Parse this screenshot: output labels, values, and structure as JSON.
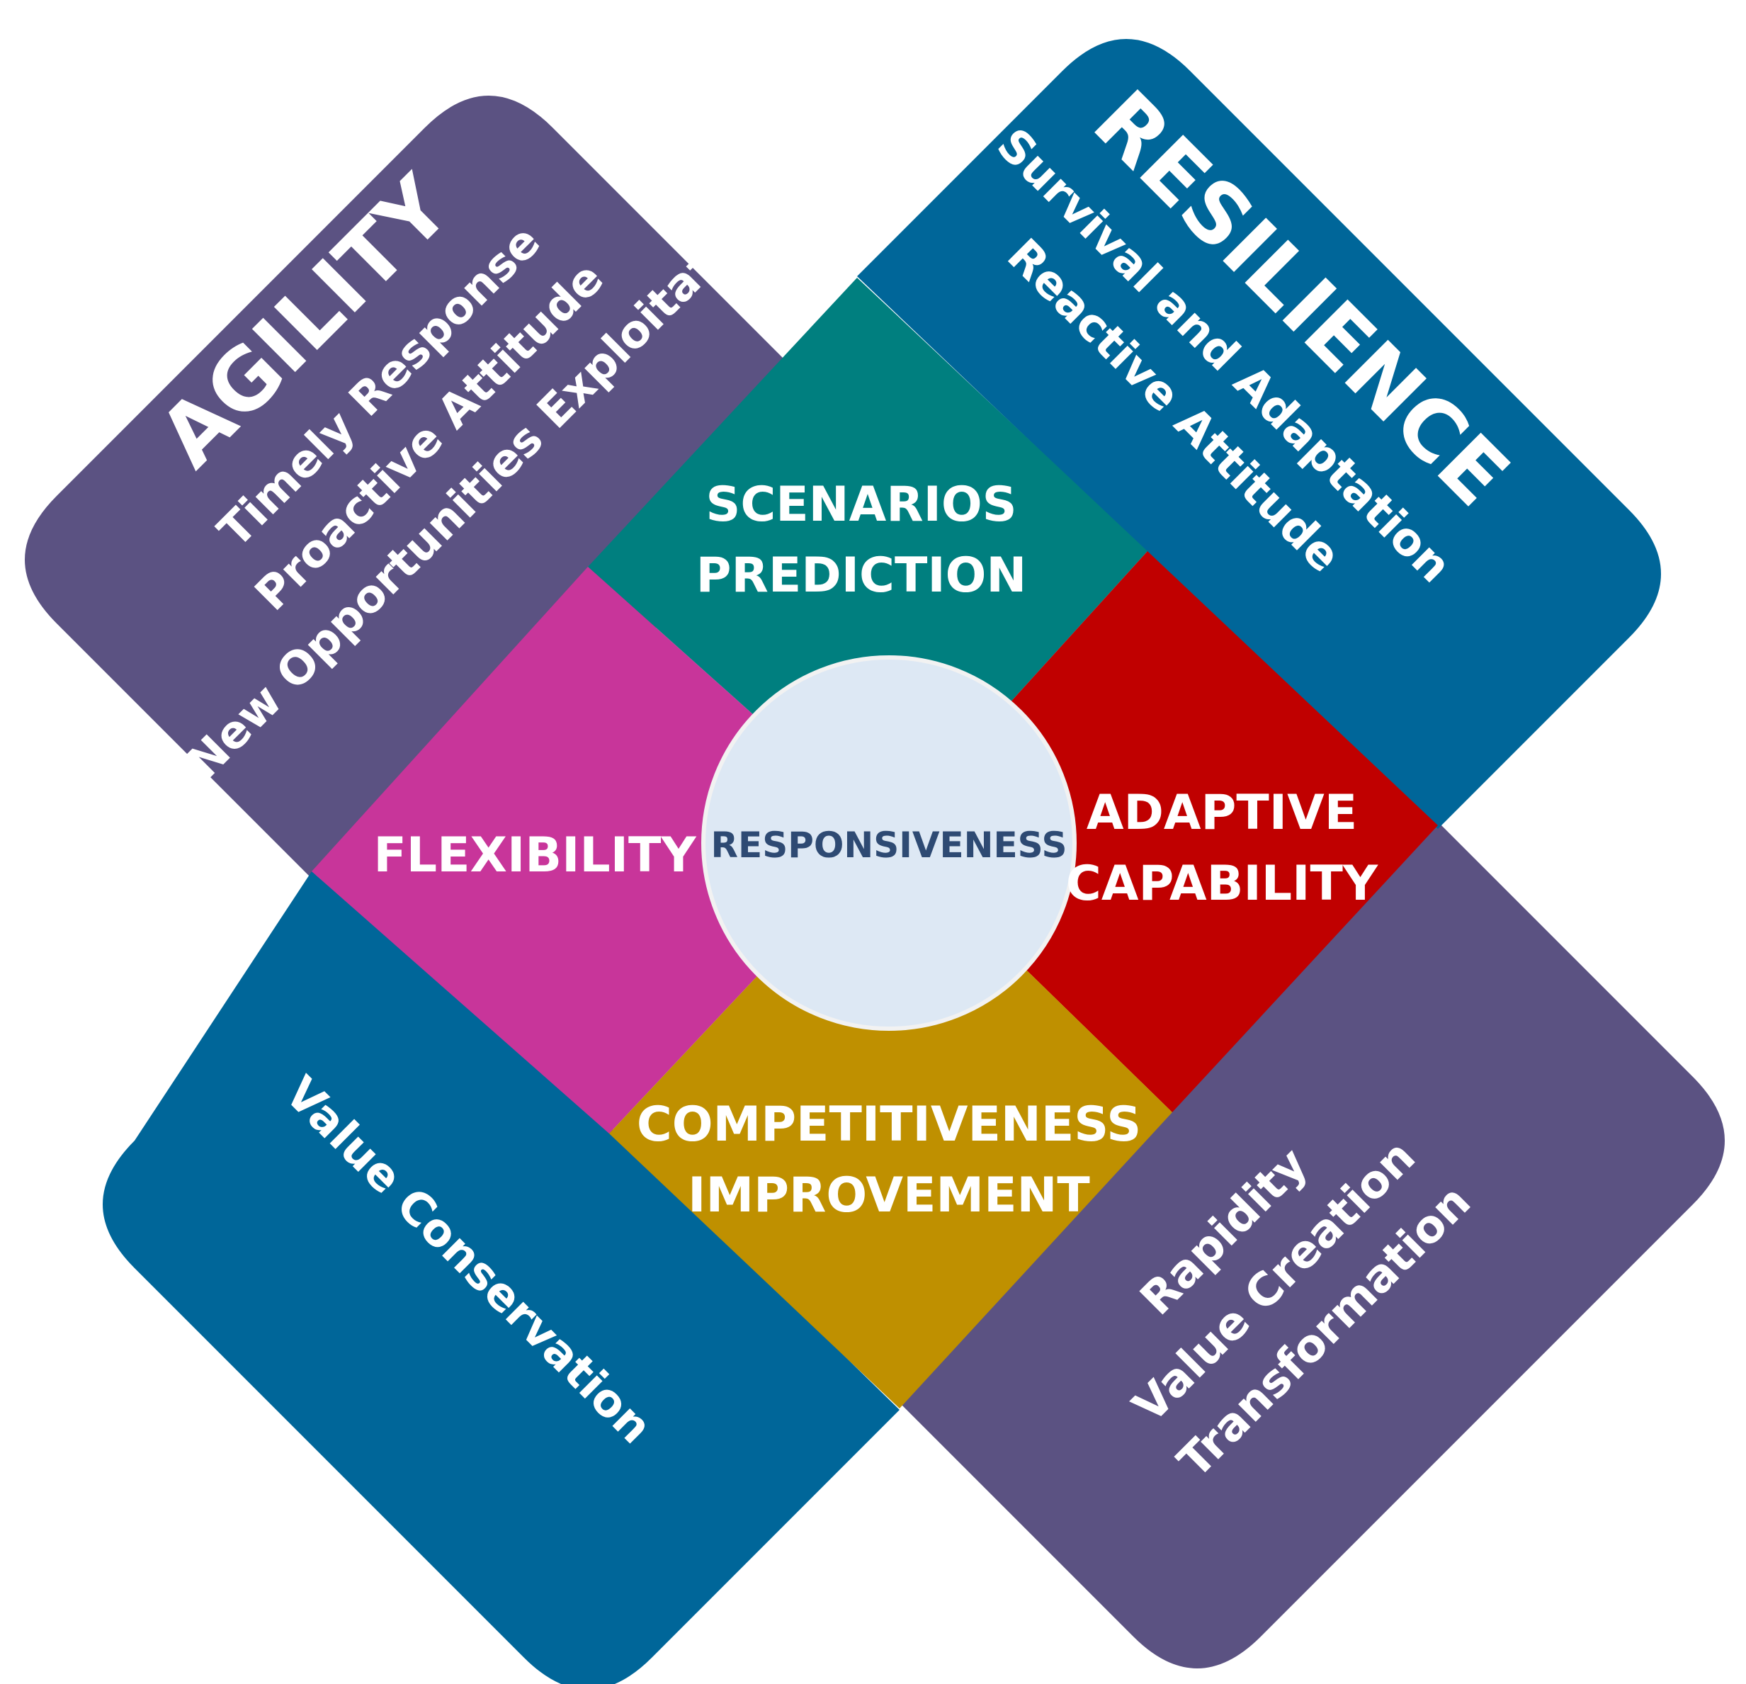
{
  "diagram": {
    "agility": {
      "title": "AGILITY",
      "items": [
        "Timely Response",
        "Proactive Attitude",
        "(New Opportunities Exploitation)"
      ]
    },
    "resilience": {
      "title": "RESILIENCE",
      "items": [
        "Survival and Adaptation",
        "Reactive Attitude"
      ]
    },
    "bottom_left": {
      "items": [
        "Value Conservation"
      ]
    },
    "bottom_right": {
      "items": [
        "Rapidity",
        "Value Creation",
        "Transformation"
      ]
    },
    "center": {
      "label": "RESPONSIVENESS"
    },
    "inner": {
      "top": [
        "SCENARIOS",
        "PREDICTION"
      ],
      "left": [
        "FLEXIBILITY"
      ],
      "right": [
        "ADAPTIVE",
        "CAPABILITY"
      ],
      "bottom": [
        "COMPETITIVENESS",
        "IMPROVEMENT"
      ]
    },
    "colors": {
      "agility_purple": "#5b5282",
      "resilience_blue": "#006699",
      "teal": "#007f7f",
      "magenta": "#c8359a",
      "red": "#c00000",
      "gold": "#bf9000",
      "circle_fill": "#dde8f4",
      "circle_text": "#2e4a73",
      "text_white": "#ffffff"
    }
  }
}
